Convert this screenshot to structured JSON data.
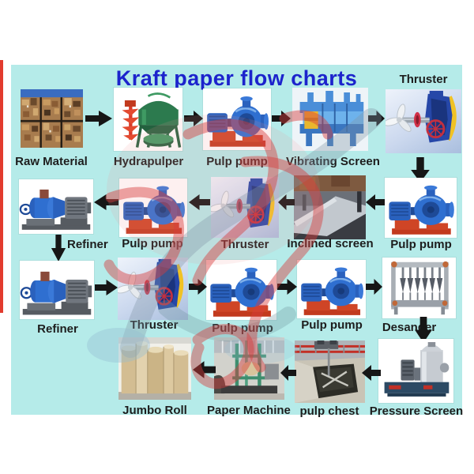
{
  "title": "Kraft paper flow charts",
  "colors": {
    "panel_bg": "#b5ebe9",
    "title_blue": "#1c23cc",
    "arrow_black": "#161616",
    "label_dark": "#1d1d1d",
    "watermark_red": "#d73c3c",
    "watermark_gray": "#8294a6",
    "left_edge_red": "#e23b2e"
  },
  "rows": [
    {
      "direction": "right",
      "items": [
        {
          "label": "Raw Material",
          "icon": "raw-material-icon"
        },
        {
          "label": "Hydrapulper",
          "icon": "hydrapulper-icon"
        },
        {
          "label": "Pulp pump",
          "icon": "pulp-pump-icon"
        },
        {
          "label": "Vibrating Screen",
          "icon": "vibrating-screen-icon"
        },
        {
          "label": "Thruster",
          "icon": "thruster-icon",
          "label_position": "top"
        }
      ]
    },
    {
      "direction": "left",
      "items": [
        {
          "label": "Refiner",
          "icon": "refiner-icon"
        },
        {
          "label": "Pulp pump",
          "icon": "pulp-pump-icon"
        },
        {
          "label": "Thruster",
          "icon": "thruster-icon"
        },
        {
          "label": "Inclined screen",
          "icon": "inclined-screen-icon"
        },
        {
          "label": "Pulp pump",
          "icon": "pulp-pump-icon"
        }
      ]
    },
    {
      "direction": "right",
      "items": [
        {
          "label": "Refiner",
          "icon": "refiner-icon"
        },
        {
          "label": "Thruster",
          "icon": "thruster-icon"
        },
        {
          "label": "Pulp pump",
          "icon": "pulp-pump-icon"
        },
        {
          "label": "Pulp pump",
          "icon": "pulp-pump-icon"
        },
        {
          "label": "Desander",
          "icon": "desander-icon"
        }
      ]
    },
    {
      "direction": "left",
      "items": [
        {
          "label": "Jumbo Roll",
          "icon": "jumbo-roll-icon"
        },
        {
          "label": "Paper Machine",
          "icon": "paper-machine-icon"
        },
        {
          "label": "pulp chest",
          "icon": "pulp-chest-icon"
        },
        {
          "label": "Pressure Screen",
          "icon": "pressure-screen-icon"
        }
      ]
    }
  ],
  "connectors": [
    {
      "from": "Thruster",
      "to": "Pulp pump",
      "icon": "arrow-down-icon"
    },
    {
      "from": "Refiner",
      "to": "Refiner",
      "icon": "arrow-down-icon"
    },
    {
      "from": "Desander",
      "to": "Pressure Screen",
      "icon": "arrow-down-icon"
    }
  ]
}
